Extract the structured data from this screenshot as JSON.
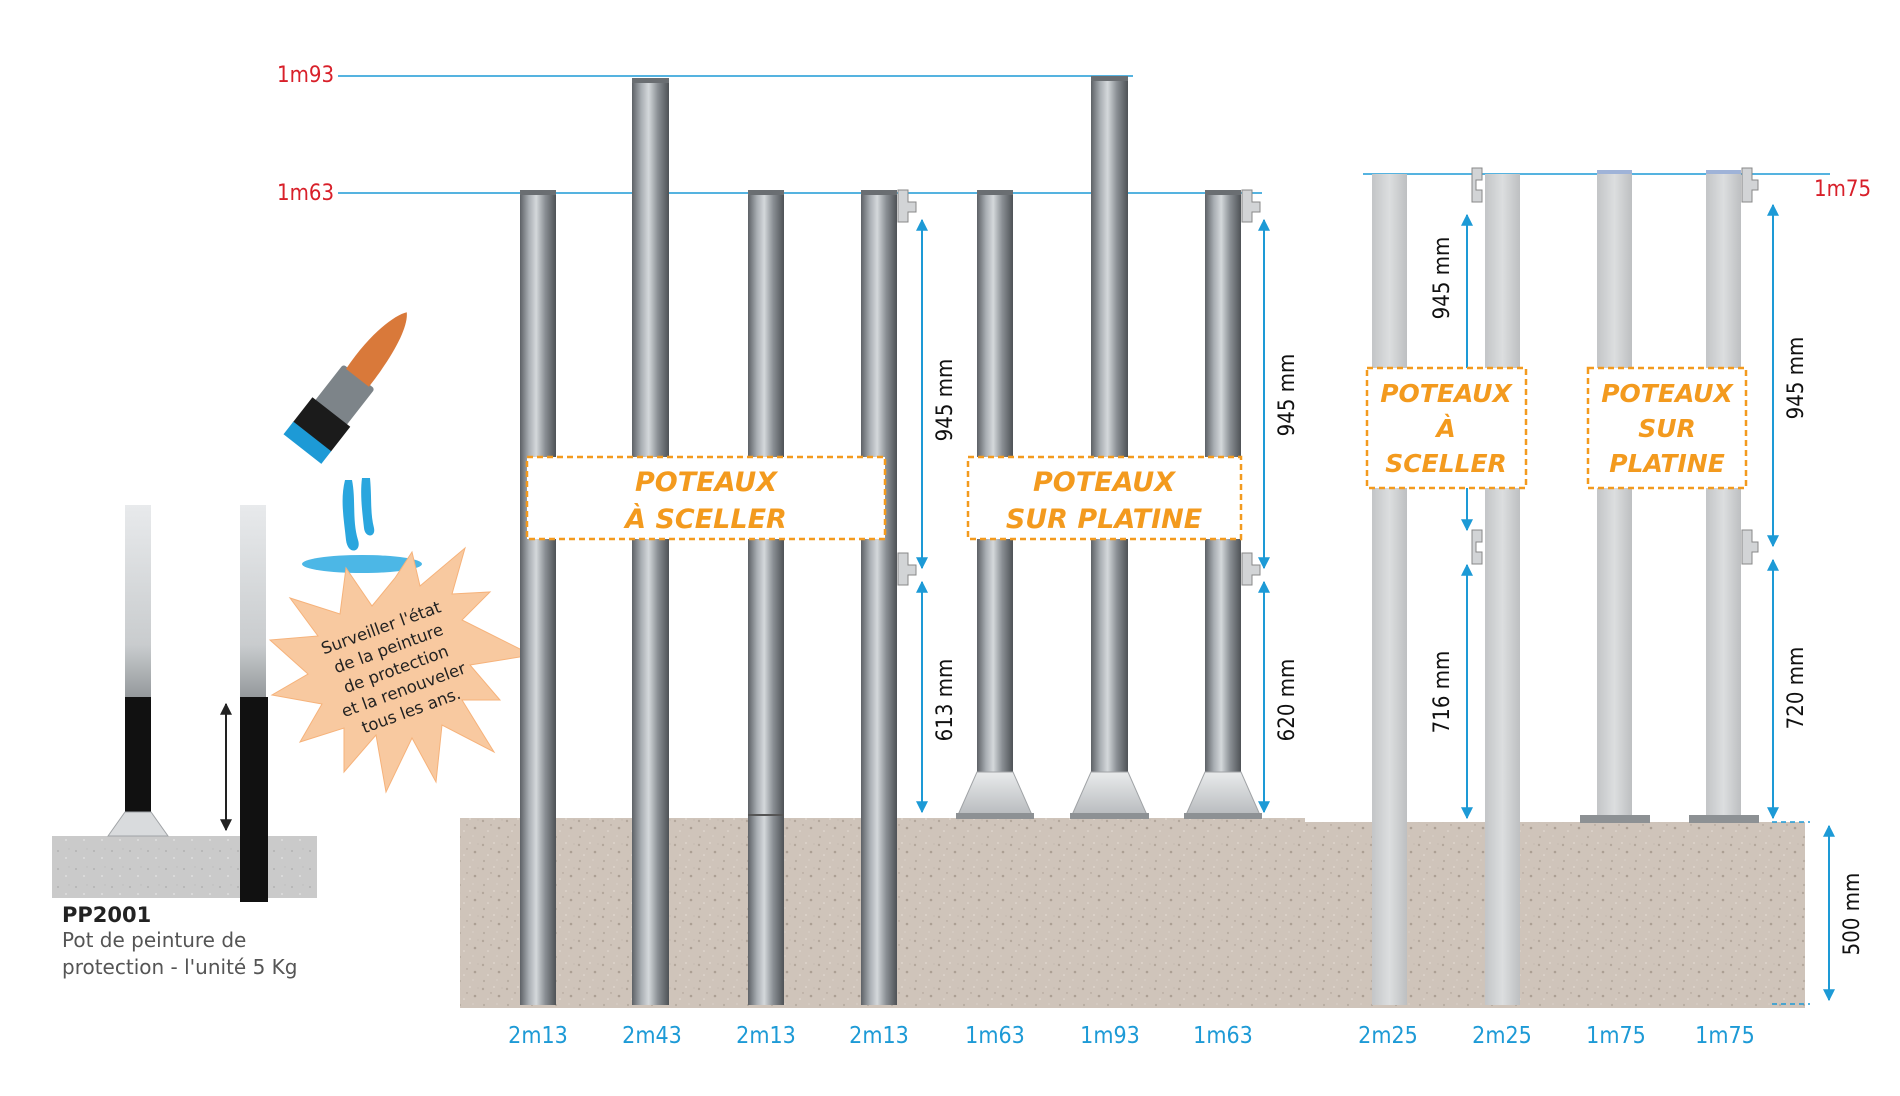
{
  "heights": {
    "h193": "1m93",
    "h163": "1m63",
    "h175": "1m75"
  },
  "dimensions": {
    "d945_a": "945 mm",
    "d613": "613 mm",
    "d945_b": "945 mm",
    "d620": "620 mm",
    "d945_c": "945 mm",
    "d716": "716 mm",
    "d945_d": "945 mm",
    "d720": "720 mm",
    "d500": "500 mm"
  },
  "labels": {
    "round_sceller": [
      "POTEAUX",
      "À SCELLER"
    ],
    "round_platine": [
      "POTEAUX",
      "SUR PLATINE"
    ],
    "square_sceller": [
      "POTEAUX",
      "À",
      "SCELLER"
    ],
    "square_platine": [
      "POTEAUX",
      "SUR",
      "PLATINE"
    ]
  },
  "post_lengths": [
    "2m13",
    "2m43",
    "2m13",
    "2m13",
    "1m63",
    "1m93",
    "1m63",
    "2m25",
    "2m25",
    "1m75",
    "1m75"
  ],
  "burst_text": [
    "Surveiller l'état",
    "de la peinture",
    "de protection",
    "et la renouveler",
    "tous les ans."
  ],
  "product": {
    "code": "PP2001",
    "description": "Pot de peinture de\nprotection  - l'unité 5 Kg"
  },
  "colors": {
    "height_red": "#d8202a",
    "dimension_blue": "#1d9ad6",
    "label_orange": "#f39a1e"
  }
}
